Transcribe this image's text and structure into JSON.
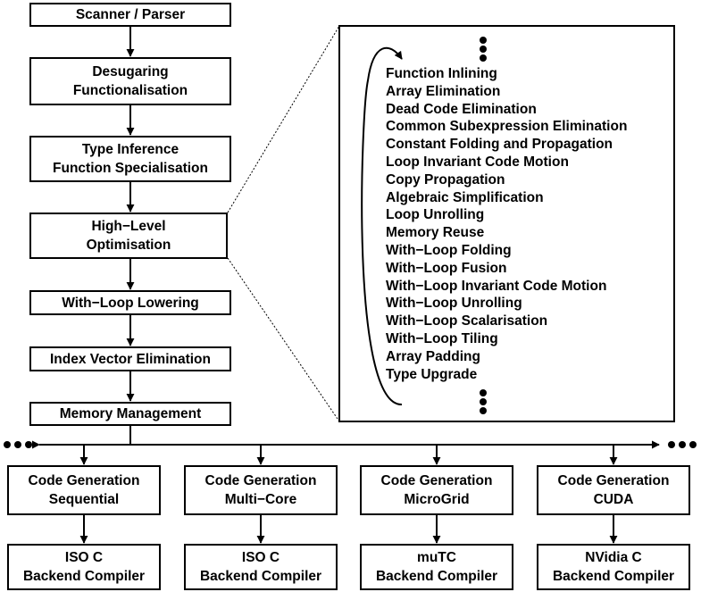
{
  "pipeline": {
    "scanner": "Scanner / Parser",
    "desugar": [
      "Desugaring",
      "Functionalisation"
    ],
    "type_inference": [
      "Type Inference",
      "Function Specialisation"
    ],
    "high_level_opt": [
      "High−Level",
      "Optimisation"
    ],
    "wl_lowering": "With−Loop Lowering",
    "ive": "Index Vector Elimination",
    "memory": "Memory Management"
  },
  "optimisations": [
    "Function Inlining",
    "Array Elimination",
    "Dead Code Elimination",
    "Common Subexpression Elimination",
    "Constant Folding and Propagation",
    "Loop Invariant Code Motion",
    "Copy Propagation",
    "Algebraic Simplification",
    "Loop Unrolling",
    "Memory Reuse",
    "With−Loop Folding",
    "With−Loop Fusion",
    "With−Loop Invariant Code Motion",
    "With−Loop Unrolling",
    "With−Loop Scalarisation",
    "With−Loop Tiling",
    "Array Padding",
    "Type Upgrade"
  ],
  "backends": [
    {
      "codegen": [
        "Code Generation",
        "Sequential"
      ],
      "compiler": [
        "ISO C",
        "Backend Compiler"
      ]
    },
    {
      "codegen": [
        "Code Generation",
        "Multi−Core"
      ],
      "compiler": [
        "ISO C",
        "Backend Compiler"
      ]
    },
    {
      "codegen": [
        "Code Generation",
        "MicroGrid"
      ],
      "compiler": [
        "muTC",
        "Backend Compiler"
      ]
    },
    {
      "codegen": [
        "Code Generation",
        "CUDA"
      ],
      "compiler": [
        "NVidia C",
        "Backend Compiler"
      ]
    }
  ]
}
